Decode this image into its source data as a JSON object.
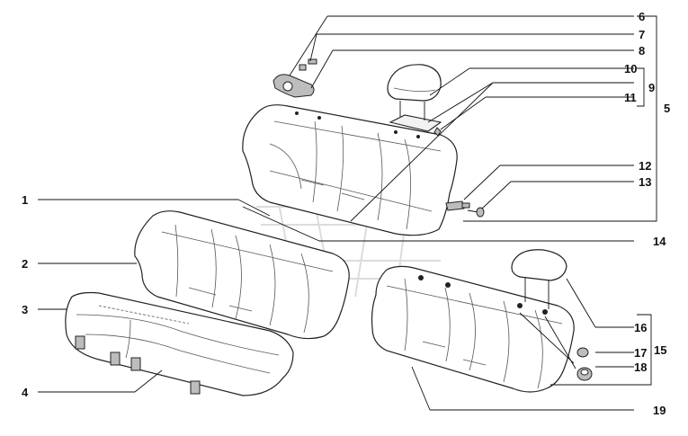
{
  "callouts": {
    "c1": "1",
    "c2": "2",
    "c3": "3",
    "c4": "4",
    "c5": "5",
    "c6": "6",
    "c7": "7",
    "c8": "8",
    "c9": "9",
    "c10": "10",
    "c11": "11",
    "c12": "12",
    "c13": "13",
    "c14": "14",
    "c15": "15",
    "c16": "16",
    "c17": "17",
    "c18": "18",
    "c19": "19"
  },
  "icons": {
    "watermark": "watermark-logo-icon"
  },
  "colors": {
    "line": "#222222",
    "background": "#ffffff",
    "shade": "#f2f2f2"
  }
}
